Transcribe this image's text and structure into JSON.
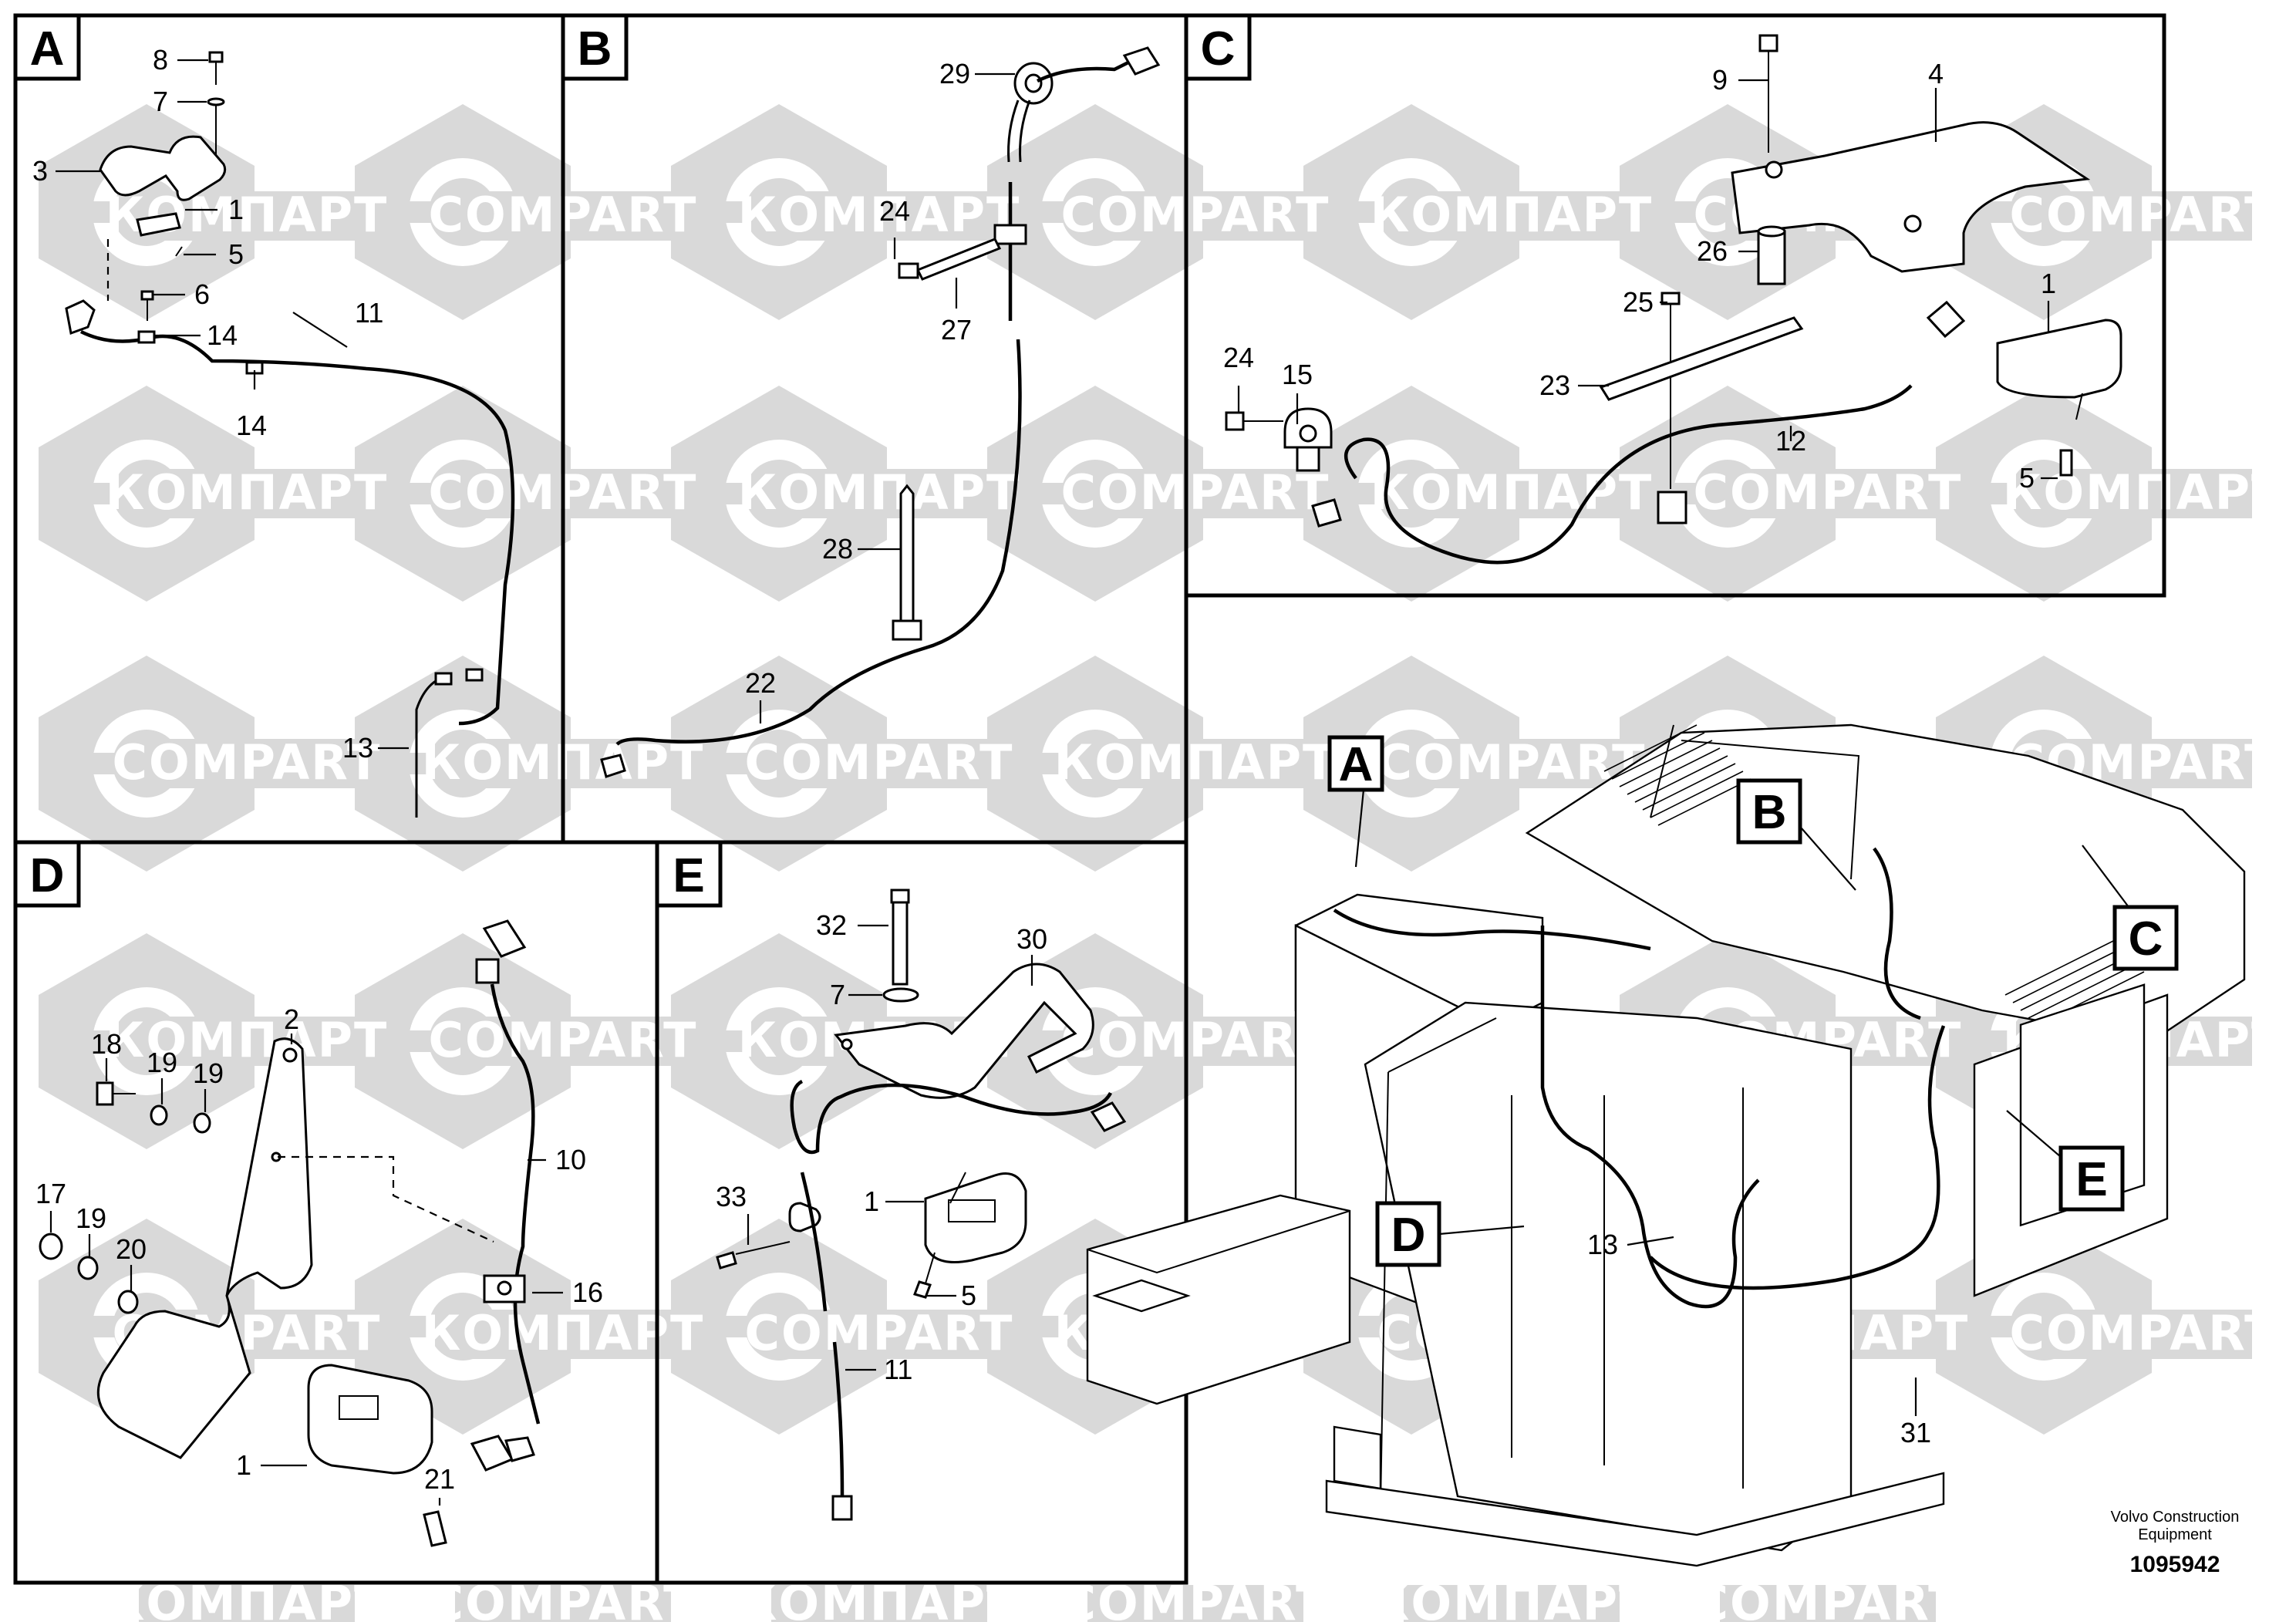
{
  "watermark": {
    "text_cyrillic": "КОМПАРТ",
    "text_latin": "COMPART",
    "fill": "#d9d9d9"
  },
  "panels": {
    "A": {
      "letter": "A",
      "callouts": [
        "8",
        "7",
        "3",
        "1",
        "5",
        "6",
        "14",
        "11",
        "14",
        "13"
      ]
    },
    "B": {
      "letter": "B",
      "callouts": [
        "29",
        "24",
        "27",
        "28",
        "22"
      ]
    },
    "C": {
      "letter": "C",
      "callouts": [
        "9",
        "4",
        "26",
        "25",
        "1",
        "24",
        "15",
        "23",
        "12",
        "5"
      ]
    },
    "D": {
      "letter": "D",
      "callouts": [
        "18",
        "19",
        "19",
        "2",
        "10",
        "17",
        "19",
        "20",
        "16",
        "1",
        "21"
      ]
    },
    "E": {
      "letter": "E",
      "callouts": [
        "32",
        "30",
        "7",
        "33",
        "1",
        "5",
        "11"
      ]
    }
  },
  "overview": {
    "markers": [
      "A",
      "B",
      "C",
      "D",
      "E"
    ],
    "callouts": [
      "13",
      "31"
    ]
  },
  "footer": {
    "brand_line1": "Volvo Construction",
    "brand_line2": "Equipment",
    "drawing_number": "1095942"
  }
}
